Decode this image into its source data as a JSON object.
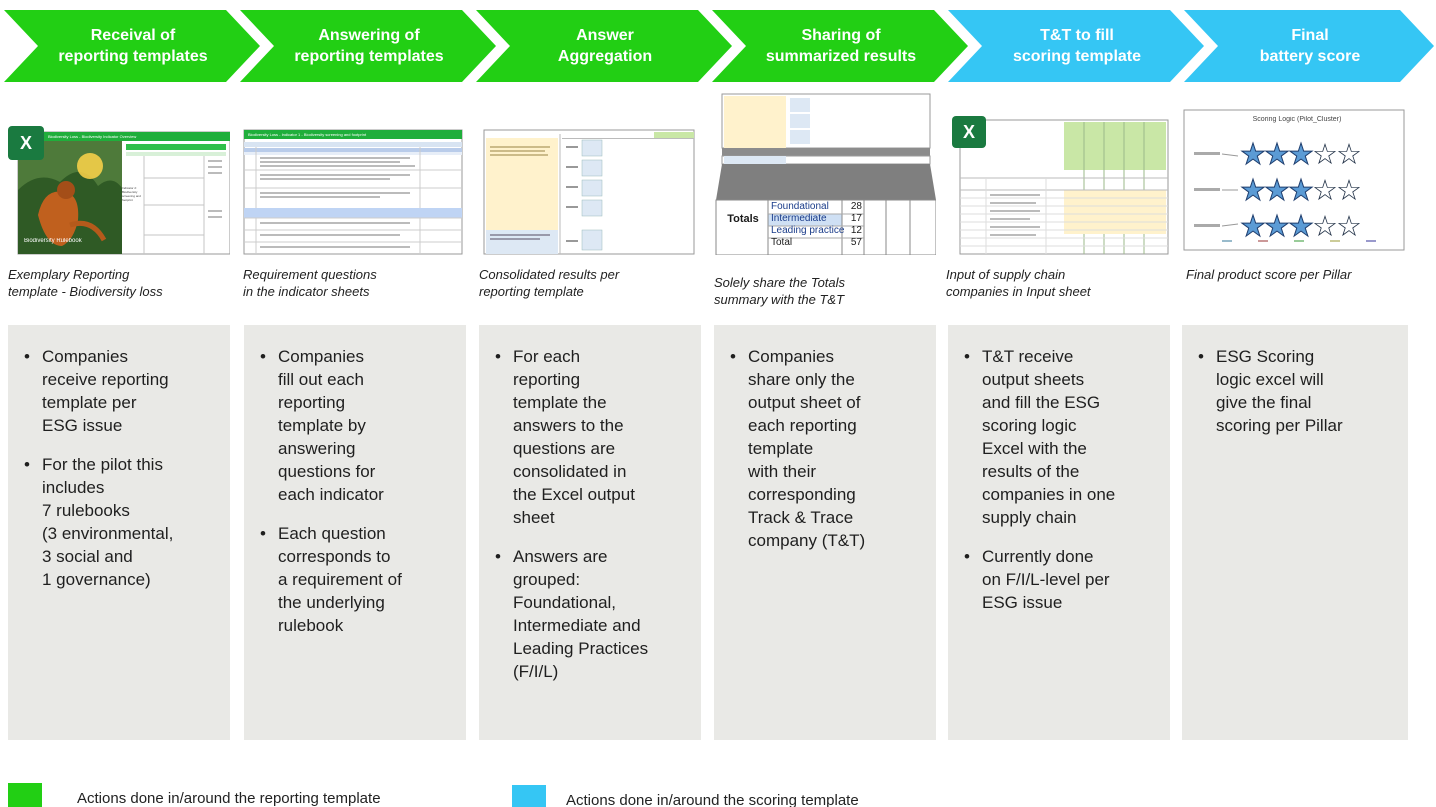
{
  "colors": {
    "green": "#22cf14",
    "blue": "#35c6f4",
    "panel": "#e9e9e6"
  },
  "steps": [
    {
      "label": "Receival of\nreporting templates",
      "color": "green"
    },
    {
      "label": "Answering of\nreporting templates",
      "color": "green"
    },
    {
      "label": "Answer\nAggregation",
      "color": "green"
    },
    {
      "label": "Sharing of\nsummarized results",
      "color": "green"
    },
    {
      "label": "T&T to fill\nscoring template",
      "color": "blue"
    },
    {
      "label": "Final\nbattery score",
      "color": "blue"
    }
  ],
  "thumbnails": {
    "t1": {
      "app_icon": "X",
      "title": "Biodiversity Loss - Biodiversity Indicator Overview",
      "cover_text": "Biodiversity Rulebook",
      "side_text": "Indicator 2: Biodiversity screening and footprint"
    },
    "t2": {
      "title": "Biodiversity Loss - Indicator 1 - Biodiversity screening and footprint"
    },
    "t3": {},
    "t4": {
      "totals_label": "Totals",
      "rows": [
        {
          "name": "Foundational",
          "value": "28"
        },
        {
          "name": "Intermediate",
          "value": "17"
        },
        {
          "name": "Leading practice",
          "value": "12"
        },
        {
          "name": "Total",
          "value": "57"
        }
      ]
    },
    "t5": {
      "app_icon": "X"
    },
    "t6": {
      "title": "Scoring Logic (Pilot_Cluster)"
    }
  },
  "captions": [
    "Exemplary Reporting\ntemplate - Biodiversity loss",
    "Requirement questions\nin the indicator sheets",
    "Consolidated results per\nreporting template",
    "Solely share the Totals\nsummary with the T&T",
    "Input of supply chain\ncompanies in Input sheet",
    "Final product score per Pillar"
  ],
  "panels": [
    [
      "Companies\nreceive reporting\ntemplate per\nESG issue",
      "For the pilot this\nincludes\n7 rulebooks\n(3 environmental,\n3 social and\n1 governance)"
    ],
    [
      "Companies\nfill out each\nreporting\ntemplate by\nanswering\nquestions for\neach indicator",
      "Each question\ncorresponds to\na requirement of\nthe underlying\nrulebook"
    ],
    [
      "For each\nreporting\ntemplate the\nanswers to the\nquestions are\nconsolidated in\nthe Excel output\nsheet",
      "Answers are\ngrouped:\nFoundational,\nIntermediate and\nLeading Practices\n(F/I/L)"
    ],
    [
      "Companies\nshare only the\noutput sheet of\neach reporting\ntemplate\nwith their\ncorresponding\nTrack & Trace\ncompany (T&T)"
    ],
    [
      "T&T receive\noutput sheets\nand fill the ESG\nscoring logic\nExcel with the\nresults of the\ncompanies in one\nsupply chain",
      "Currently done\non F/I/L-level per\nESG issue"
    ],
    [
      "ESG Scoring\nlogic excel will\ngive the final\nscoring per Pillar"
    ]
  ],
  "legend": [
    {
      "label": "Actions done in/around the reporting template",
      "color": "green"
    },
    {
      "label": "Actions done in/around the scoring template",
      "color": "blue"
    }
  ]
}
